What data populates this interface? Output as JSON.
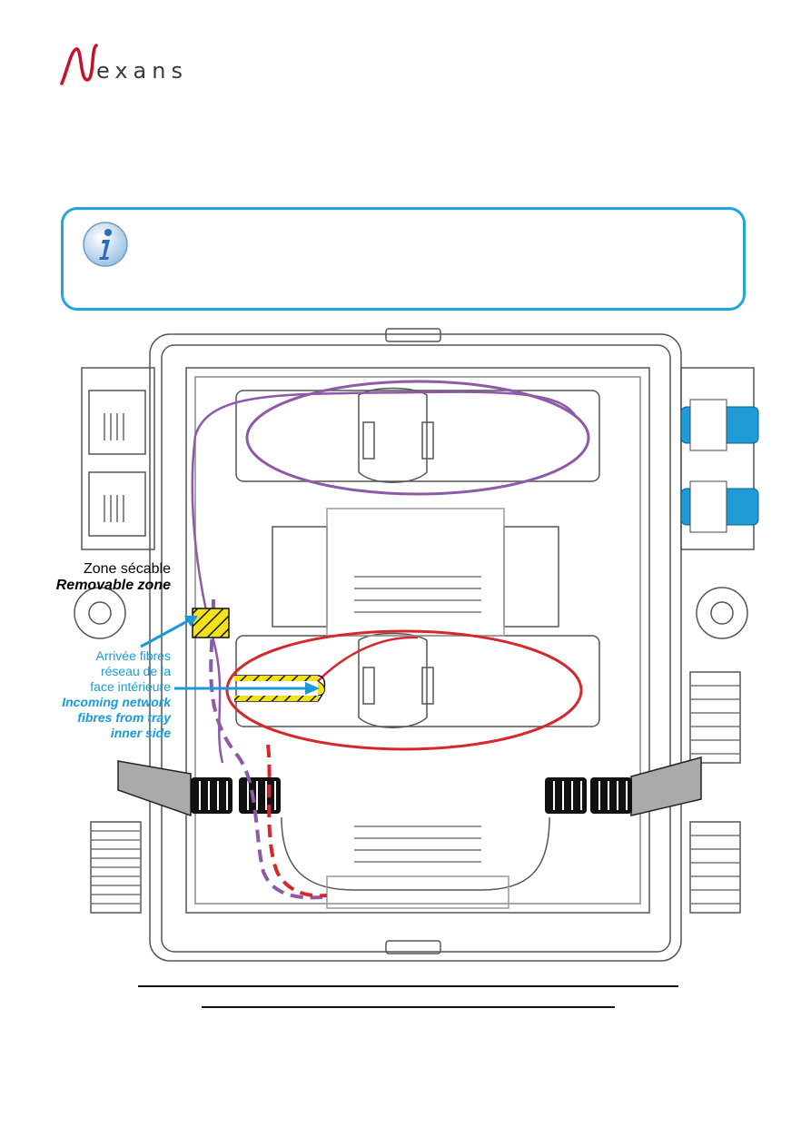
{
  "header": {
    "brand": "exans",
    "brand_color": "#c8102e",
    "logo_icon": "nexans-logo-icon"
  },
  "info_box": {
    "icon": "info-icon",
    "border_color": "#1fa6dc"
  },
  "diagram": {
    "labels": {
      "removable_zone_fr": "Zone sécable",
      "removable_zone_en": "Removable zone",
      "incoming_fr_1": "Arrivée fibres",
      "incoming_fr_2": "réseau de la",
      "incoming_fr_3": "face intérieure",
      "incoming_en_1": "Incoming network",
      "incoming_en_2": "fibres from tray",
      "incoming_en_3": "inner side"
    },
    "colors": {
      "purple_fibre": "#8e5aa8",
      "red_fibre": "#d7262e",
      "blue_cable": "#1f9bd7",
      "yellow_zone": "#f2e21a",
      "arrow": "#1a9ad6"
    }
  }
}
